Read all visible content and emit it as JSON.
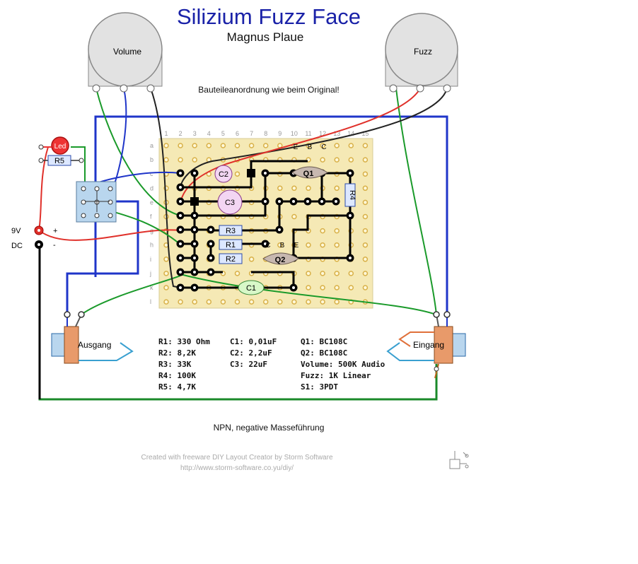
{
  "title": "Silizium Fuzz Face",
  "author": "Magnus Plaue",
  "note": "Bauteileanordnung wie beim Original!",
  "footnote": "NPN, negative Masseführung",
  "credit_line1": "Created with freeware DIY Layout Creator by Storm Software",
  "credit_line2": "http://www.storm-software.co.yu/diy/",
  "pots": {
    "volume": "Volume",
    "fuzz": "Fuzz"
  },
  "jacks": {
    "output": "Ausgang",
    "input": "Eingang"
  },
  "power": {
    "voltage": "9V",
    "type": "DC",
    "plus": "+",
    "minus": "-"
  },
  "led": {
    "label": "Led",
    "resistor": "R5"
  },
  "board": {
    "columns": [
      "1",
      "2",
      "3",
      "4",
      "5",
      "6",
      "7",
      "8",
      "9",
      "10",
      "11",
      "12",
      "13",
      "14",
      "15"
    ],
    "rows": [
      "a",
      "b",
      "c",
      "d",
      "e",
      "f",
      "g",
      "h",
      "i",
      "j",
      "k",
      "l"
    ]
  },
  "components": {
    "c1": "C1",
    "c2": "C2",
    "c3": "C3",
    "r1": "R1",
    "r2": "R2",
    "r3": "R3",
    "r4": "R4",
    "q1": "Q1",
    "q2": "Q2",
    "q1_pins": [
      "E",
      "B",
      "C"
    ],
    "q2_pins": [
      "C",
      "B",
      "E"
    ]
  },
  "parts_list": {
    "col1": [
      "R1: 330 Ohm",
      "R2: 8,2K",
      "R3: 33K",
      "R4: 100K",
      "R5: 4,7K"
    ],
    "col2": [
      "C1: 0,01uF",
      "C2: 2,2uF",
      "C3: 22uF"
    ],
    "col3": [
      "Q1: BC108C",
      "Q2: BC108C",
      "Volume: 500K Audio",
      "Fuzz: 1K Linear",
      "S1: 3PDT"
    ]
  },
  "colors": {
    "title": "#1a22a8",
    "board": "#f5e9b5",
    "trace": "#000000",
    "wire_blue": "#1f35c9",
    "wire_green": "#1a9a2a",
    "wire_red": "#e0302a",
    "wire_black": "#222222",
    "pot": "#e2e2e2",
    "led": "#e33"
  }
}
